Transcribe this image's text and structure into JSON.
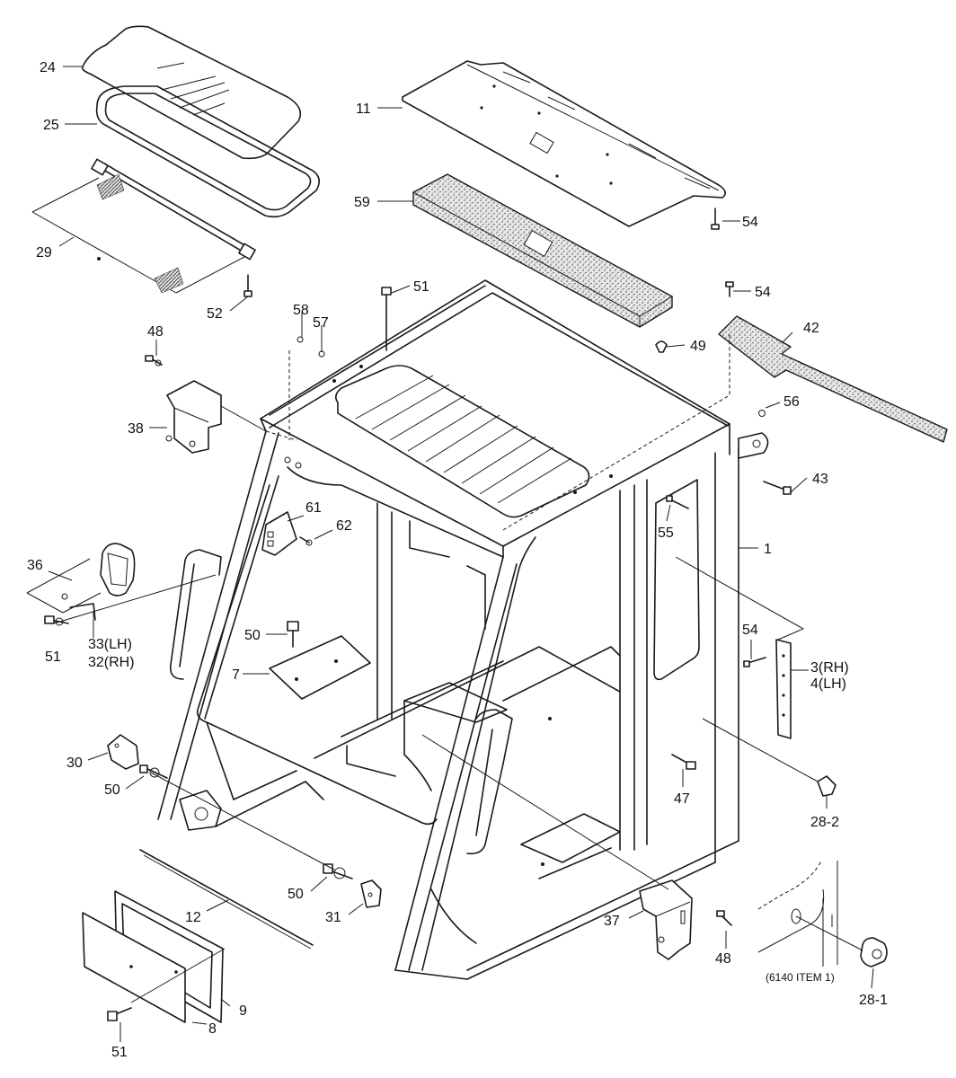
{
  "labels": {
    "p24": "24",
    "p25": "25",
    "p29": "29",
    "p52": "52",
    "p11": "11",
    "p54a": "54",
    "p59": "59",
    "p51a": "51",
    "p54b": "54",
    "p42": "42",
    "p49": "49",
    "p58": "58",
    "p57": "57",
    "p48a": "48",
    "p38": "38",
    "p56": "56",
    "p43": "43",
    "p61": "61",
    "p62": "62",
    "p55": "55",
    "p1": "1",
    "p36": "36",
    "p51b": "51",
    "p33": "33(LH)",
    "p32": "32(RH)",
    "p50a": "50",
    "p7": "7",
    "p54c": "54",
    "p3": "3(RH)",
    "p4": "4(LH)",
    "p30": "30",
    "p50b": "50",
    "p47": "47",
    "p28_2": "28-2",
    "p12": "12",
    "p50c": "50",
    "p31": "31",
    "p37": "37",
    "p48b": "48",
    "p9": "9",
    "p8": "8",
    "p51c": "51",
    "p28_1": "28-1",
    "ref_note": "(6140 ITEM 1)"
  }
}
